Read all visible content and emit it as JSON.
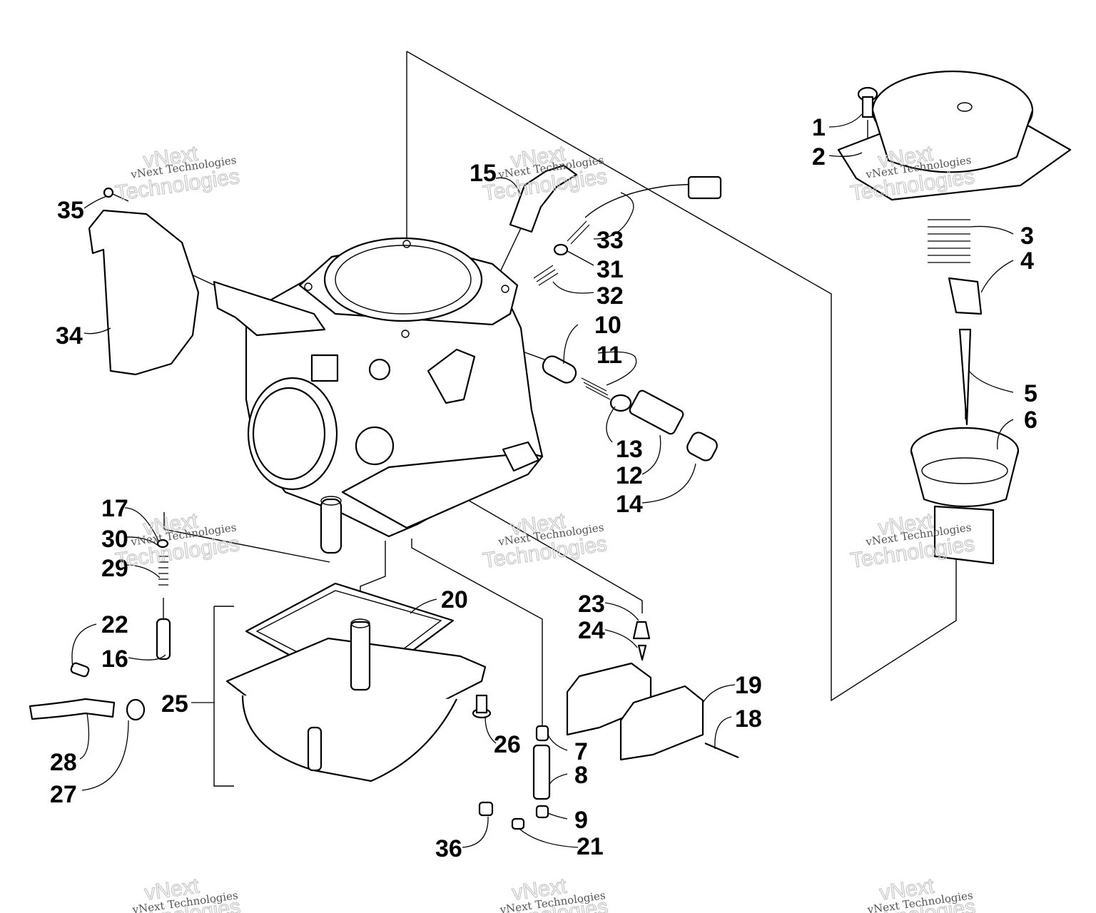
{
  "diagram": {
    "callouts": [
      {
        "id": "c1",
        "label": "1"
      },
      {
        "id": "c2",
        "label": "2"
      },
      {
        "id": "c3",
        "label": "3"
      },
      {
        "id": "c4",
        "label": "4"
      },
      {
        "id": "c5",
        "label": "5"
      },
      {
        "id": "c6",
        "label": "6"
      },
      {
        "id": "c7",
        "label": "7"
      },
      {
        "id": "c8",
        "label": "8"
      },
      {
        "id": "c9",
        "label": "9"
      },
      {
        "id": "c10",
        "label": "10"
      },
      {
        "id": "c11",
        "label": "11"
      },
      {
        "id": "c12",
        "label": "12"
      },
      {
        "id": "c13",
        "label": "13"
      },
      {
        "id": "c14",
        "label": "14"
      },
      {
        "id": "c15",
        "label": "15"
      },
      {
        "id": "c16",
        "label": "16"
      },
      {
        "id": "c17",
        "label": "17"
      },
      {
        "id": "c18",
        "label": "18"
      },
      {
        "id": "c19",
        "label": "19"
      },
      {
        "id": "c20",
        "label": "20"
      },
      {
        "id": "c21",
        "label": "21"
      },
      {
        "id": "c22",
        "label": "22"
      },
      {
        "id": "c23",
        "label": "23"
      },
      {
        "id": "c24",
        "label": "24"
      },
      {
        "id": "c25",
        "label": "25"
      },
      {
        "id": "c26",
        "label": "26"
      },
      {
        "id": "c27",
        "label": "27"
      },
      {
        "id": "c28",
        "label": "28"
      },
      {
        "id": "c29",
        "label": "29"
      },
      {
        "id": "c30",
        "label": "30"
      },
      {
        "id": "c31",
        "label": "31"
      },
      {
        "id": "c32",
        "label": "32"
      },
      {
        "id": "c33",
        "label": "33"
      },
      {
        "id": "c34",
        "label": "34"
      },
      {
        "id": "c35",
        "label": "35"
      },
      {
        "id": "c36",
        "label": "36"
      }
    ]
  },
  "watermark": {
    "company": "vNext Technologies",
    "word1": "vNext",
    "word2": "Technologies"
  }
}
